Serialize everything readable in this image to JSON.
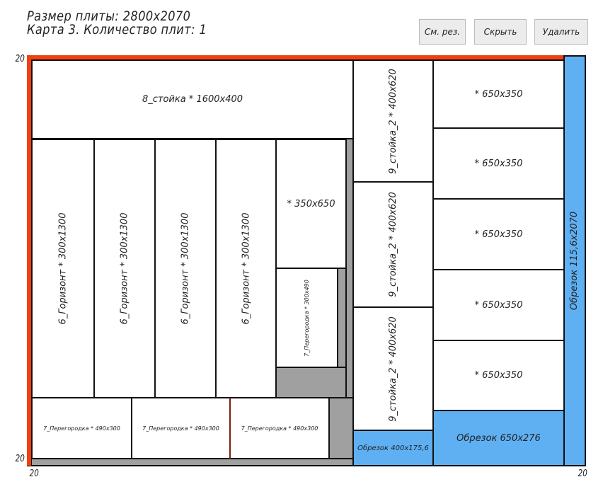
{
  "header": {
    "line1": "Размер плиты: 2800x2070",
    "line2": "Карта 3. Количество плит: 1"
  },
  "buttons": {
    "view_cut": "См. рез.",
    "hide": "Скрыть",
    "delete": "Удалить"
  },
  "dims": {
    "left_top": "20",
    "left_bottom": "20",
    "bottom_left": "20",
    "bottom_right": "20"
  },
  "pieces": [
    "8_стойка * 1600x400",
    "6_Горизонт * 300x1300",
    "6_Горизонт * 300x1300",
    "6_Горизонт * 300x1300",
    "6_Горизонт * 300x1300",
    "* 350x650",
    "7_Перегородка * 300x490",
    "7_Перегородка * 490x300",
    "7_Перегородка * 490x300",
    "7_Перегородка * 490x300",
    "9_стойка_2 * 400x620",
    "9_стойка_2 * 400x620",
    "9_стойка_2 * 400x620",
    "Обрезок 400x175,6",
    "* 650x350",
    "* 650x350",
    "* 650x350",
    "* 650x350",
    "* 650x350",
    "Обрезок 650x276",
    "Обрезок 115,6x2070"
  ],
  "colors": {
    "edge": "#f04010",
    "offcut": "#5fb0f3",
    "waste": "#a0a0a0"
  }
}
